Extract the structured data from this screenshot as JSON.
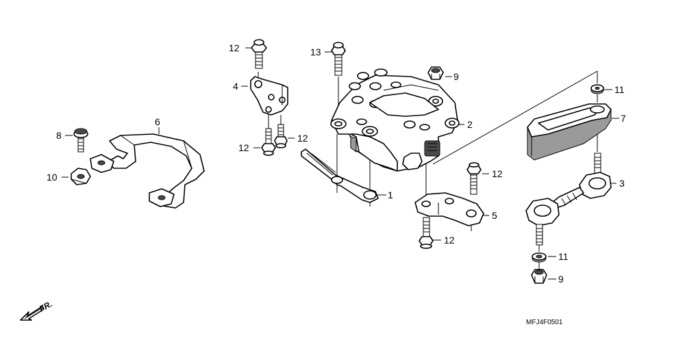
{
  "diagram": {
    "callouts": [
      {
        "id": "c12a",
        "text": "12"
      },
      {
        "id": "c13",
        "text": "13"
      },
      {
        "id": "c9a",
        "text": "9"
      },
      {
        "id": "c11a",
        "text": "11"
      },
      {
        "id": "c4",
        "text": "4"
      },
      {
        "id": "c7",
        "text": "7"
      },
      {
        "id": "c2",
        "text": "2"
      },
      {
        "id": "c6",
        "text": "6"
      },
      {
        "id": "c8",
        "text": "8"
      },
      {
        "id": "c12b",
        "text": "12"
      },
      {
        "id": "c12c",
        "text": "12"
      },
      {
        "id": "c10",
        "text": "10"
      },
      {
        "id": "c12d",
        "text": "12"
      },
      {
        "id": "c3",
        "text": "3"
      },
      {
        "id": "c1",
        "text": "1"
      },
      {
        "id": "c5",
        "text": "5"
      },
      {
        "id": "c12e",
        "text": "12"
      },
      {
        "id": "c11b",
        "text": "11"
      },
      {
        "id": "c9b",
        "text": "9"
      }
    ],
    "front_marker": "FR.",
    "diagram_code": "MFJ4F0501",
    "colors": {
      "line": "#000000",
      "background": "#ffffff",
      "shade": "#9a9a9a",
      "dark": "#4a4a4a"
    }
  }
}
